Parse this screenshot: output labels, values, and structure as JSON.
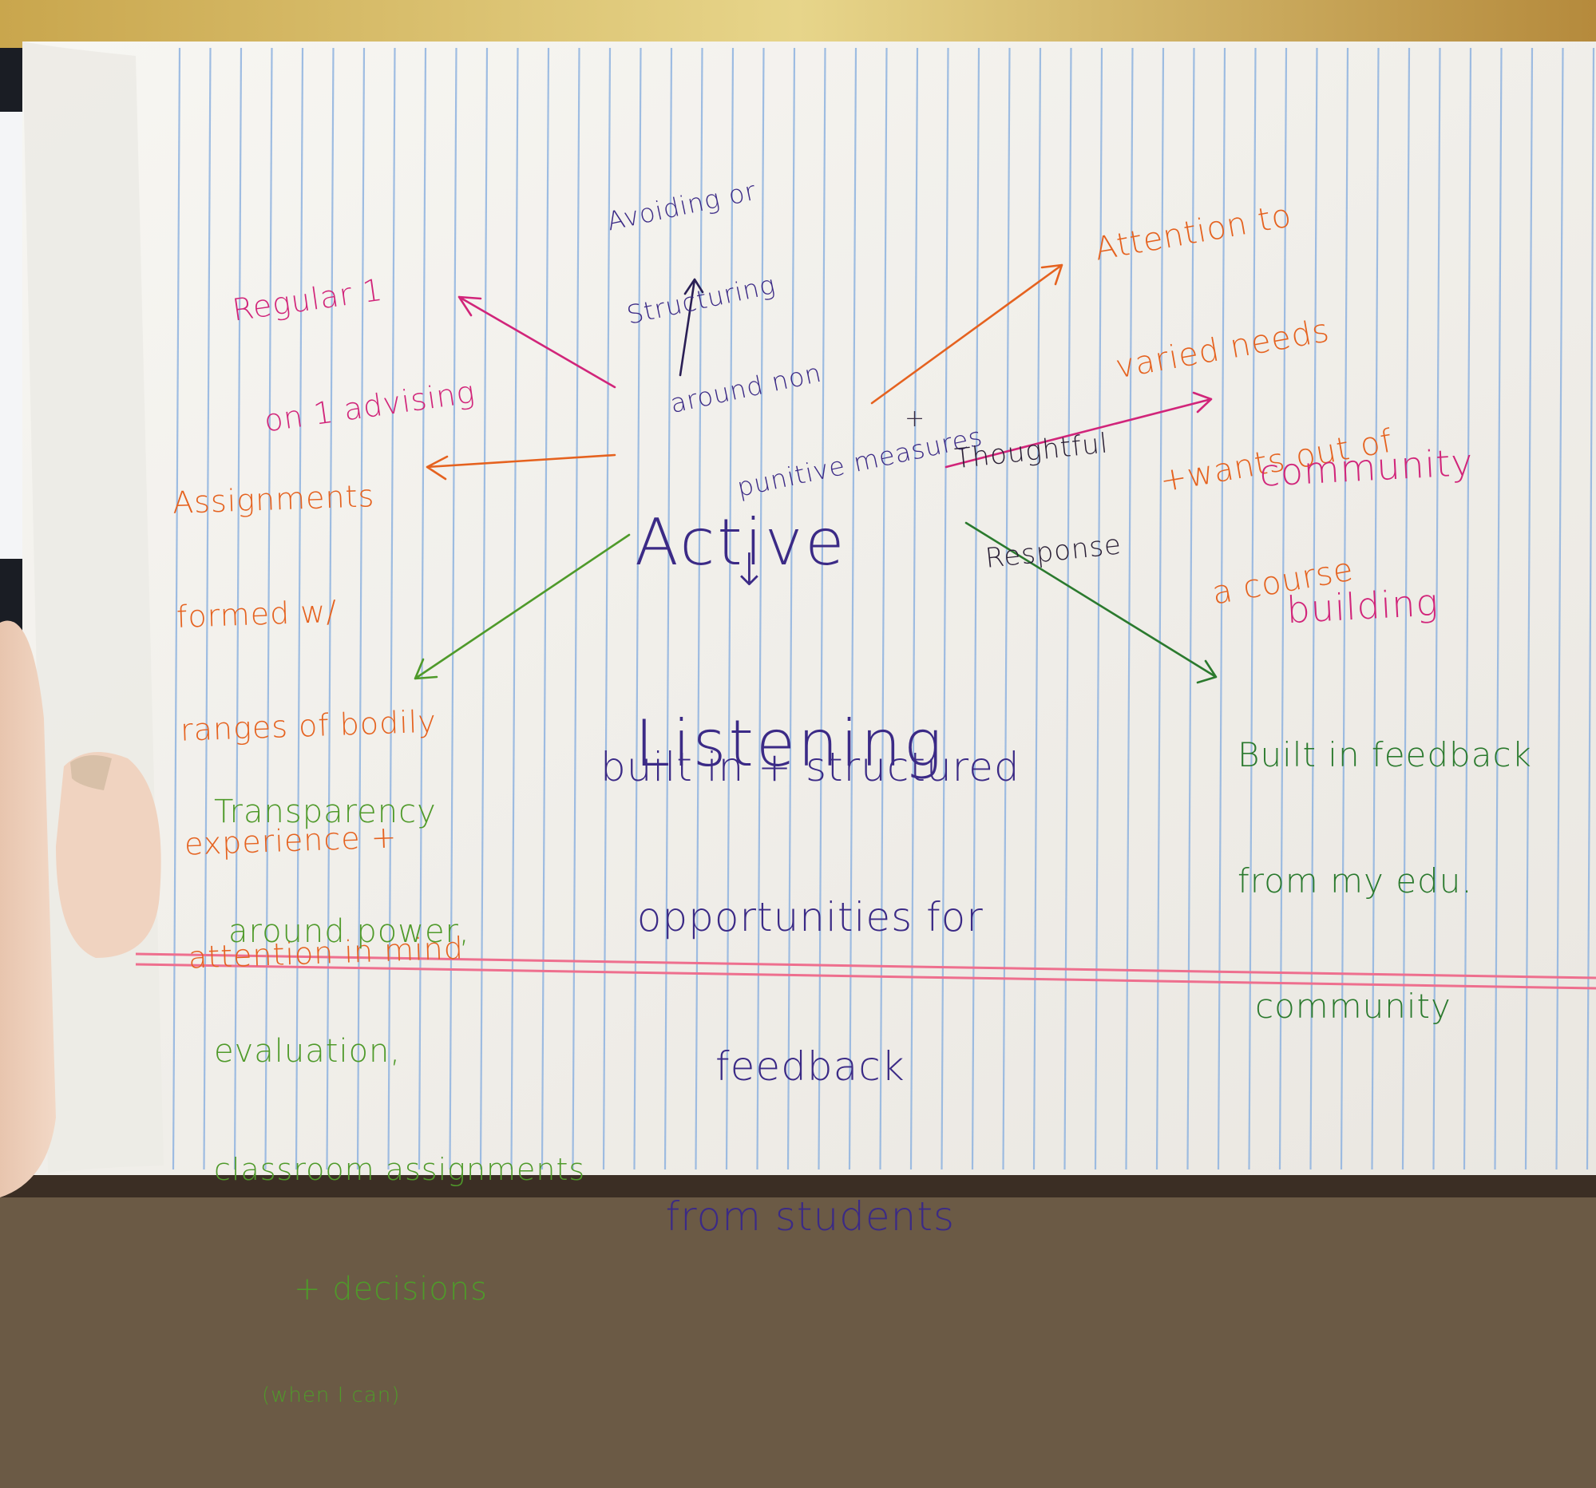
{
  "colors": {
    "purple": "#3b2a86",
    "magenta": "#d1257a",
    "orange": "#e5621f",
    "green": "#4f9a2a",
    "darkgreen": "#2b7a2e",
    "paper": "#f4f2ee",
    "rule_blue": "#8fb3e0",
    "margin_red": "#ee6f8e"
  },
  "mindmap": {
    "center": {
      "line1": "Active",
      "line2": "Listening"
    },
    "avoiding": {
      "line1": "Avoiding or",
      "line2": "Structuring",
      "line3": "around non",
      "line4": "punitive measures"
    },
    "regular_advising": {
      "line1": "Regular 1",
      "line2": "on 1 advising"
    },
    "attention_needs": {
      "line1": "Attention to",
      "line2": "varied needs",
      "line3": "+wants out of",
      "line4": "a course"
    },
    "thoughtful_response": {
      "plus": "+",
      "line1": "Thoughtful",
      "line2": "Response"
    },
    "community_building": {
      "line1": "community",
      "line2": "building"
    },
    "assignments": {
      "line1": "Assignments",
      "line2": "formed w/",
      "line3": "ranges of bodily",
      "line4": "experience +",
      "line5": "attention in mind"
    },
    "transparency": {
      "line1": "Transparency",
      "line2": "around power,",
      "line3": "evaluation,",
      "line4": "classroom assignments",
      "line5": "+ decisions",
      "line6": "(when I can)"
    },
    "built_in_students": {
      "arrow": "↓",
      "line1": "built in + structured",
      "line2": "opportunities for",
      "line3": "feedback",
      "line4": "from students"
    },
    "built_in_community": {
      "line1": "Built in feedback",
      "line2": "from my edu.",
      "line3": "community"
    }
  }
}
